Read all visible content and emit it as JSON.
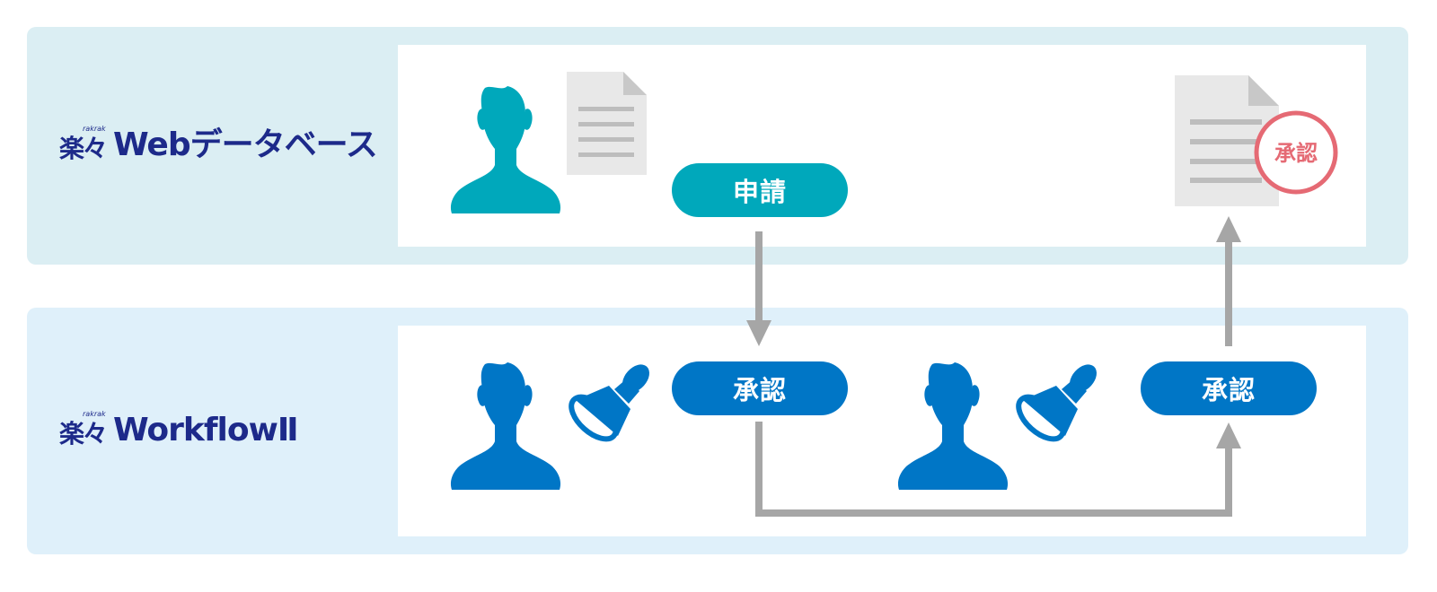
{
  "lanes": [
    {
      "logo_kanji": "楽々",
      "logo_sub": "rakrak",
      "logo_name": "Webデータベース"
    },
    {
      "logo_kanji": "楽々",
      "logo_sub": "rakrak",
      "logo_name": "WorkflowⅡ"
    }
  ],
  "steps": {
    "apply": "申請",
    "approve_1": "承認",
    "approve_2": "承認"
  },
  "approved_stamp": "承認",
  "colors": {
    "teal": "#00a8bb",
    "blue": "#0076c6",
    "arrow_gray": "#a6a6a6",
    "stamp_red": "#e56a74",
    "logo_navy": "#1d2a8a"
  },
  "icons": [
    "person-icon",
    "document-icon",
    "stamp-icon",
    "approved-document-icon"
  ]
}
